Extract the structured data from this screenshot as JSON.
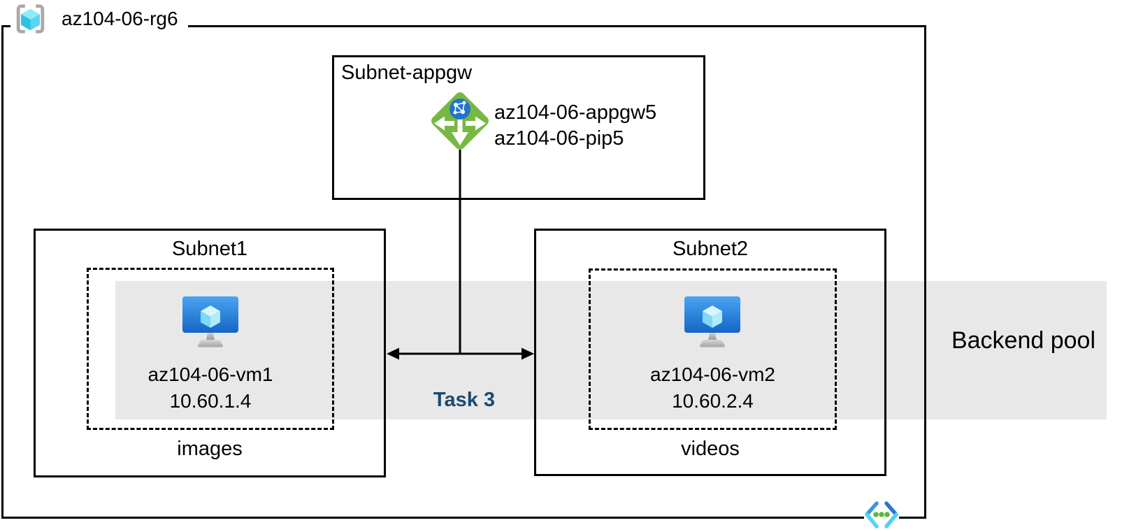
{
  "diagram": {
    "resource_group": {
      "name": "az104-06-rg6"
    },
    "appgw_subnet": {
      "name": "Subnet-appgw",
      "gateway_name": "az104-06-appgw5",
      "public_ip_name": "az104-06-pip5"
    },
    "subnet1": {
      "name": "Subnet1",
      "vm_name": "az104-06-vm1",
      "vm_ip": "10.60.1.4",
      "app_label": "images"
    },
    "subnet2": {
      "name": "Subnet2",
      "vm_name": "az104-06-vm2",
      "vm_ip": "10.60.2.4",
      "app_label": "videos"
    },
    "backend_pool_label": "Backend pool",
    "task_label": "Task 3",
    "icons": {
      "resource_group": "resource-group-icon",
      "application_gateway": "application-gateway-icon",
      "virtual_machine": "virtual-machine-icon",
      "virtual_network": "virtual-network-icon"
    },
    "colors": {
      "backend_pool_band": "#e8e8e8",
      "border": "#000000",
      "task_text": "#1a4a72",
      "gateway_green": "#77b843",
      "gateway_globe_blue": "#2273cc",
      "vm_screen_blue": "#2f8ce4",
      "cube_cyan": "#2ec1e4",
      "vnet_dot_green": "#5db93d"
    }
  }
}
